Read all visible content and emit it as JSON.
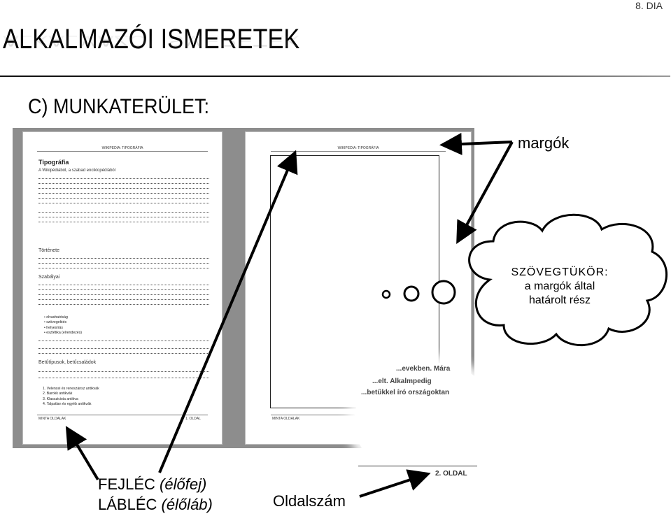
{
  "slide_number": "8. DIA",
  "title": "ALKALMAZÓI ISMERETEK",
  "subtitle": "C) MUNKATERÜLET:",
  "annotations": {
    "margins": "margók",
    "body_line1": "SZÖVEGTÜKÖR:",
    "body_line2": "a margók által",
    "body_line3": "határolt rész",
    "header_footer_line1_a": "FEJLÉC ",
    "header_footer_line1_b": "(élőfej)",
    "header_footer_line2_a": "LÁBLÉC ",
    "header_footer_line2_b": "(élőláb)",
    "page_number": "Oldalszám"
  },
  "document": {
    "header": "WIKIPEDIA: TIPOGRÁFIA",
    "article_title": "Tipográfia",
    "article_subtitle": "A Wikipédiából, a szabad enciklopédiából",
    "heading_history": "Története",
    "heading_rules": "Szabályai",
    "heading_fonts": "Betűtípusok, betűcsaládok",
    "footer_left": "MINTA OLDALAK",
    "footer_right": "1. OLDAL",
    "footer_right_2": "2. OLDAL",
    "list_items": [
      "olvashatóság",
      "szövegektés",
      "helyesírás",
      "esztétika (elrendezés)"
    ],
    "numbered_items": [
      "Velencei és reneszánsz antikvák",
      "Barokk antikvák",
      "Klasszicista antikva",
      "Talpatlan és egyéb antikvák"
    ],
    "magnified_lines": [
      "...evekben. Mára",
      "...elt. Alkalmpedig",
      "...betűkkel író országoktan"
    ]
  }
}
